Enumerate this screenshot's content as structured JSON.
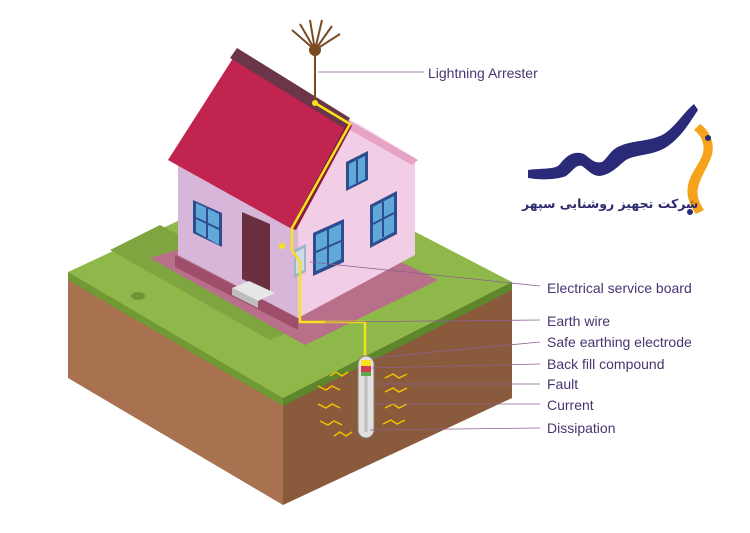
{
  "labels": {
    "lightning_arrester": "Lightning Arrester",
    "electrical_service_board": "Electrical service board",
    "earth_wire": "Earth wire",
    "safe_earthing_electrode": "Safe earthing electrode",
    "back_fill_compound": "Back fill compound",
    "fault": "Fault",
    "current": "Current",
    "dissipation": "Dissipation"
  },
  "brand": {
    "company_name": "شرکت تجهیز روشنایی سپهر",
    "logo_wordmark": "سپهر",
    "colors": {
      "navy": "#2b2a78",
      "orange": "#f6a21a"
    }
  },
  "colors": {
    "roof": "#c0244f",
    "wall_front": "#d8b6d9",
    "wall_side": "#f2cde6",
    "grass": "#8fb84a",
    "soil_front": "#a8714f",
    "soil_side": "#8a5a3d",
    "wire": "#f7e21b",
    "leader": "#8d5f91",
    "label_text": "#4a3470"
  }
}
